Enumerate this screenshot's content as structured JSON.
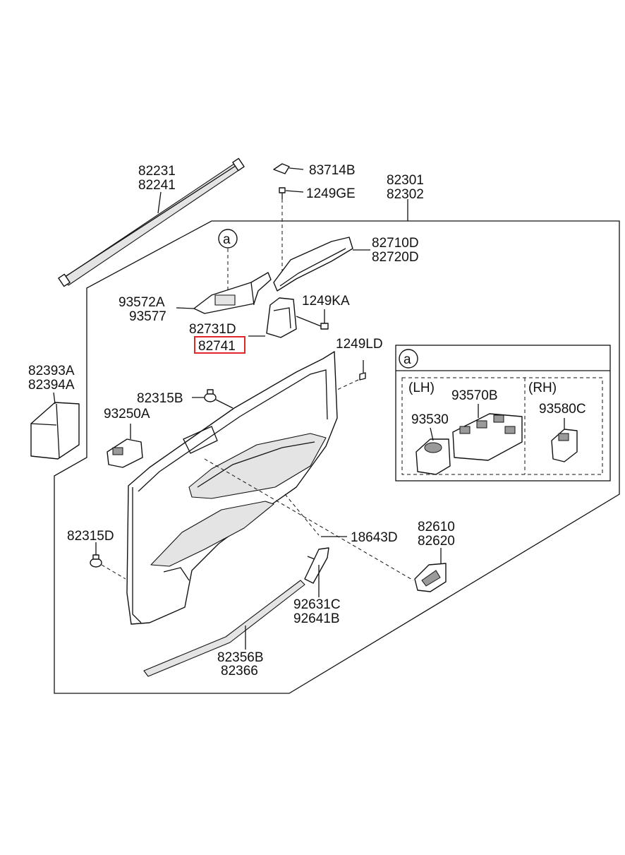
{
  "labels": {
    "p82231": "82231",
    "p82241": "82241",
    "p83714B": "83714B",
    "p1249GE": "1249GE",
    "p82301": "82301",
    "p82302": "82302",
    "p82710D": "82710D",
    "p82720D": "82720D",
    "p93572A": "93572A",
    "p93577": "93577",
    "p1249KA": "1249KA",
    "p82731D": "82731D",
    "p82741": "82741",
    "p1249LD": "1249LD",
    "p82393A": "82393A",
    "p82394A": "82394A",
    "p82315B": "82315B",
    "p93250A": "93250A",
    "p82315D": "82315D",
    "p18643D": "18643D",
    "p82610": "82610",
    "p82620": "82620",
    "p92631C": "92631C",
    "p92641B": "92641B",
    "p82356B": "82356B",
    "p82366": "82366",
    "callout_a": "a"
  },
  "detail": {
    "title": "a",
    "lh": "(LH)",
    "rh": "(RH)",
    "p93570B": "93570B",
    "p93530": "93530",
    "p93580C": "93580C"
  },
  "highlight": {
    "part": "82741",
    "color": "#e0262b"
  }
}
